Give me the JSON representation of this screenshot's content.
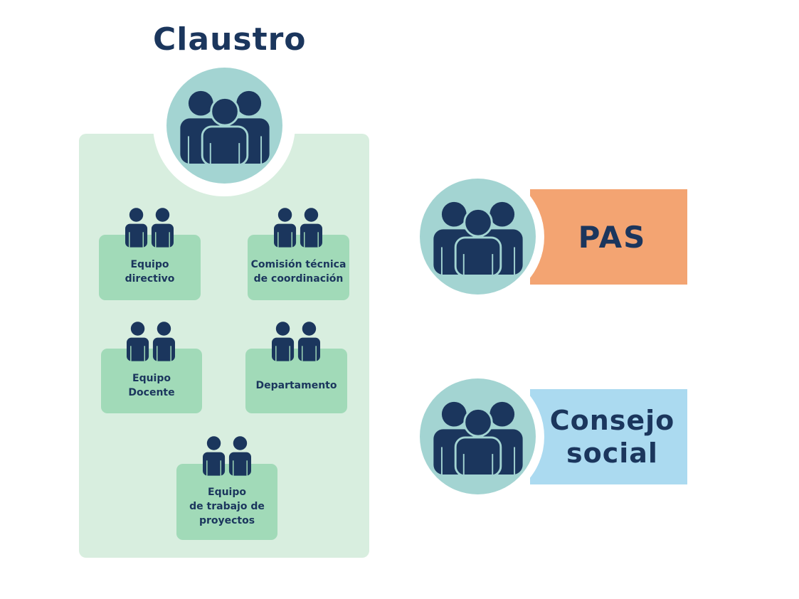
{
  "claustro": {
    "title": "Claustro",
    "icon": "group-icon",
    "units": [
      {
        "label": "Equipo\ndirectivo"
      },
      {
        "label": "Comisión técnica\nde coordinación"
      },
      {
        "label": "Equipo\nDocente"
      },
      {
        "label": "Departamento"
      },
      {
        "label": "Equipo\nde trabajo de\nproyectos"
      }
    ]
  },
  "pas": {
    "label": "PAS",
    "icon": "group-icon"
  },
  "consejo": {
    "label": "Consejo\nsocial",
    "icon": "group-icon"
  },
  "colors": {
    "navy": "#1b365d",
    "panel": "#d8eedf",
    "unit": "#a1dab8",
    "circle": "#a3d4d2",
    "pas": "#f3a472",
    "consejo": "#abdaf0"
  }
}
